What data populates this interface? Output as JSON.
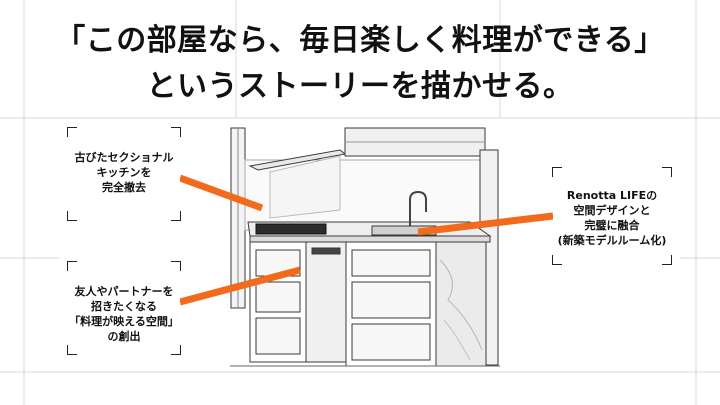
{
  "title": {
    "line1": "「この部屋なら、毎日楽しく料理ができる」",
    "line2": "というストーリーを描かせる。"
  },
  "callouts": [
    {
      "lines": [
        "古びたセクショナル",
        "キッチンを",
        "完全撤去"
      ]
    },
    {
      "lines": [
        "友人やパートナーを",
        "招きたくなる",
        "「料理が映える空間」",
        "の創出"
      ]
    },
    {
      "lines": [
        "Renotta LIFEの",
        "空間デザインと",
        "完璧に融合",
        "(新築モデルルーム化)"
      ]
    }
  ],
  "colors": {
    "accent": "#f26a1b",
    "ink": "#111111",
    "grid": "#d6d6d6"
  }
}
